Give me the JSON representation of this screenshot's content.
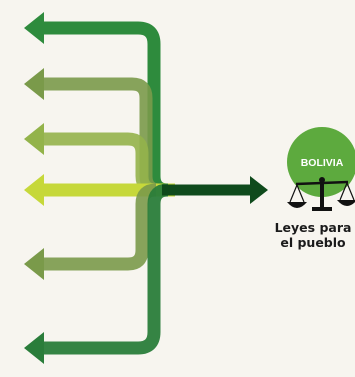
{
  "badge": {
    "text": "BOLIVIA"
  },
  "caption": {
    "line1": "Leyes para",
    "line2": "el pueblo"
  },
  "icons": {
    "badge_icon": "scales-of-justice-icon"
  },
  "colors": {
    "background": "#f7f5ef",
    "badge": "#5daa3e",
    "arrow_top": "#2e8b3d",
    "arrow_dark": "#0f4a1c",
    "arrow_light": "#c6d83a",
    "arrow_olive": "#7a9a4a",
    "arrow_lime": "#93b34a",
    "arrow_bottom": "#2a7d3a"
  }
}
